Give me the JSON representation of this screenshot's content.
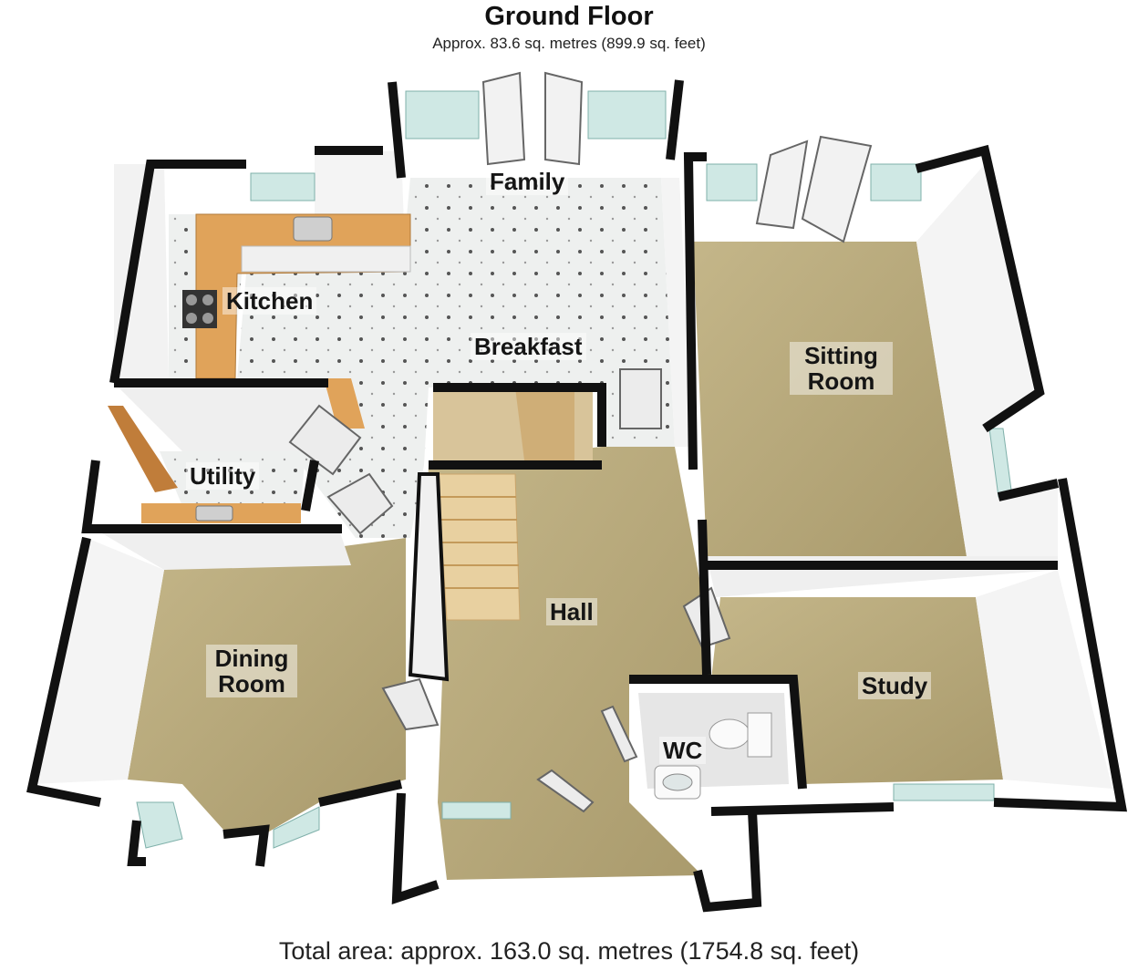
{
  "header": {
    "title": "Ground Floor",
    "area": "Approx. 83.6 sq. metres (899.9 sq. feet)"
  },
  "rooms": {
    "family": "Family",
    "kitchen": "Kitchen",
    "breakfast": "Breakfast",
    "sitting": "Sitting Room",
    "utility": "Utility",
    "dining": "Dining Room",
    "hall": "Hall",
    "study": "Study",
    "wc": "WC"
  },
  "footer": {
    "total": "Total area: approx. 163.0 sq. metres (1754.8 sq. feet)"
  },
  "colors": {
    "carpet": "#b8a97a",
    "tile": "#eef0ef",
    "worktop": "#e0a35a",
    "wall": "#111111",
    "glass": "#cfe8e4"
  }
}
